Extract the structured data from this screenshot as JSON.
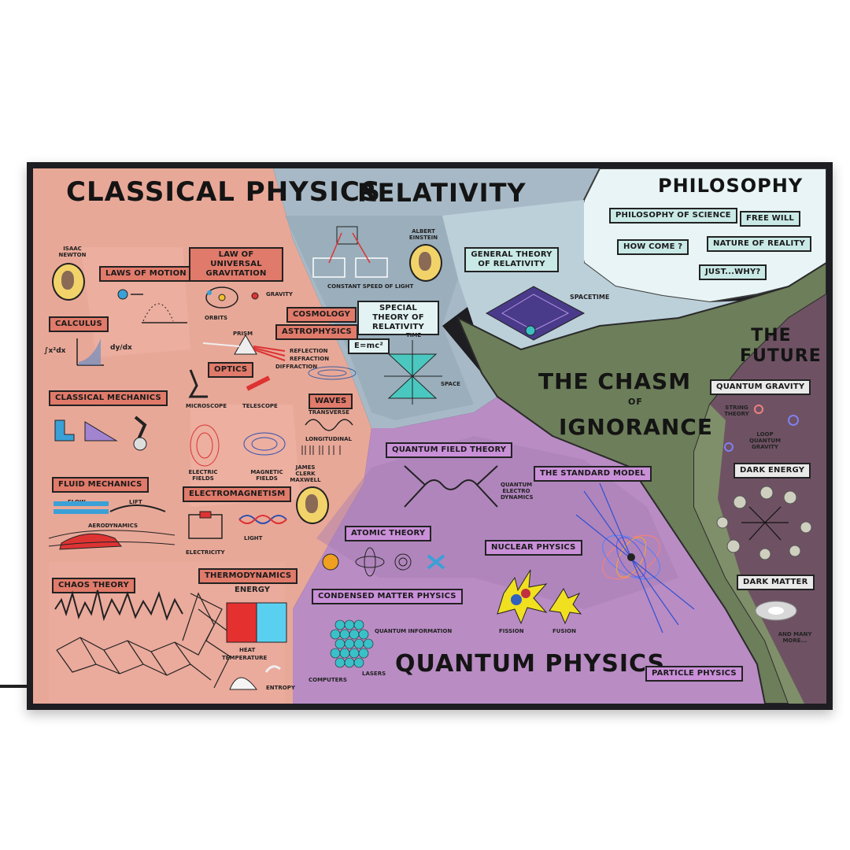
{
  "regions": {
    "classical": "CLASSICAL PHYSICS",
    "relativity": "RELATIVITY",
    "philosophy": "PHILOSOPHY",
    "future": "THE FUTURE",
    "quantum": "QUANTUM PHYSICS",
    "chasm_line1": "THE CHASM",
    "chasm_of": "OF",
    "chasm_line2": "IGNORANCE"
  },
  "classical": {
    "newton": "ISAAC NEWTON",
    "laws_of_motion": "LAWS OF MOTION",
    "universal_gravitation": "LAW OF UNIVERSAL GRAVITATION",
    "calculus": "CALCULUS",
    "orbits": "ORBITS",
    "gravity": "GRAVITY",
    "cosmology": "COSMOLOGY",
    "astrophysics": "ASTROPHYSICS",
    "prism": "PRISM",
    "optics": "OPTICS",
    "reflection": "REFLECTION",
    "refraction": "REFRACTION",
    "diffraction": "DIFFRACTION",
    "microscope": "MICROSCOPE",
    "telescope": "TELESCOPE",
    "waves": "WAVES",
    "transverse": "TRANSVERSE",
    "longitudinal": "LONGITUDINAL",
    "classical_mechanics": "CLASSICAL MECHANICS",
    "electric_fields": "ELECTRIC FIELDS",
    "magnetic_fields": "MAGNETIC FIELDS",
    "maxwell": "JAMES CLERK MAXWELL",
    "fluid_mechanics": "FLUID MECHANICS",
    "flow": "FLOW",
    "lift": "LIFT",
    "aerodynamics": "AERODYNAMICS",
    "electromagnetism": "ELECTROMAGNETISM",
    "electricity": "ELECTRICITY",
    "light": "LIGHT",
    "chaos_theory": "CHAOS THEORY",
    "thermodynamics": "THERMODYNAMICS",
    "energy": "ENERGY",
    "heat": "HEAT",
    "temperature": "TEMPERATURE",
    "entropy": "ENTROPY",
    "integral": "∫x²dx",
    "derivative": "dy/dx"
  },
  "relativity": {
    "constant_speed": "CONSTANT SPEED OF LIGHT",
    "einstein": "ALBERT EINSTEIN",
    "general": "GENERAL THEORY OF RELATIVITY",
    "special": "SPECIAL THEORY OF RELATIVITY",
    "spacetime": "SPACETIME",
    "emc2": "E=mc²",
    "time": "TIME",
    "space": "SPACE"
  },
  "philosophy": {
    "science": "PHILOSOPHY OF SCIENCE",
    "free_will": "FREE WILL",
    "how_come": "HOW COME ?",
    "reality": "NATURE OF REALITY",
    "just_why": "JUST...WHY?"
  },
  "future": {
    "quantum_gravity": "QUANTUM GRAVITY",
    "string_theory": "STRING THEORY",
    "loop_quantum_gravity": "LOOP QUANTUM GRAVITY",
    "dark_energy": "DARK ENERGY",
    "dark_matter": "DARK MATTER",
    "and_many_more": "AND MANY MORE..."
  },
  "quantum": {
    "field_theory": "QUANTUM FIELD THEORY",
    "qed": "QUANTUM ELECTRO DYNAMICS",
    "standard_model": "THE STANDARD MODEL",
    "atomic_theory": "ATOMIC THEORY",
    "nuclear_physics": "NUCLEAR PHYSICS",
    "condensed_matter": "CONDENSED MATTER PHYSICS",
    "quantum_information": "QUANTUM INFORMATION",
    "fission": "FISSION",
    "fusion": "FUSION",
    "computers": "COMPUTERS",
    "lasers": "LASERS",
    "particle_physics": "PARTICLE PHYSICS"
  },
  "colors": {
    "classical_bg": "#e8a898",
    "relativity_bg": "#9fb4c2",
    "philosophy_bg": "#e8f4f5",
    "quantum_bg": "#b98cc4",
    "chasm": "#6d7e5a",
    "future_bg": "#6e5263",
    "label_red": "#e07a6a",
    "label_purple": "#c990d8"
  }
}
